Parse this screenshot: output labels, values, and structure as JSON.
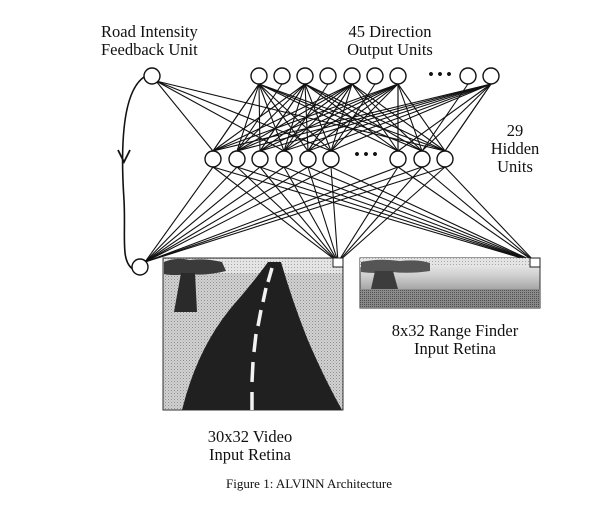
{
  "labels": {
    "feedback_l1": "Road Intensity",
    "feedback_l2": "Feedback Unit",
    "output_l1": "45 Direction",
    "output_l2": "Output Units",
    "hidden_l1": "29",
    "hidden_l2": "Hidden",
    "hidden_l3": "Units",
    "output_ellipsis": "• • •",
    "hidden_ellipsis": "• • •",
    "video_l1": "30x32 Video",
    "video_l2": "Input Retina",
    "range_l1": "8x32 Range Finder",
    "range_l2": "Input Retina"
  },
  "caption": "Figure 1: ALVINN Architecture"
}
